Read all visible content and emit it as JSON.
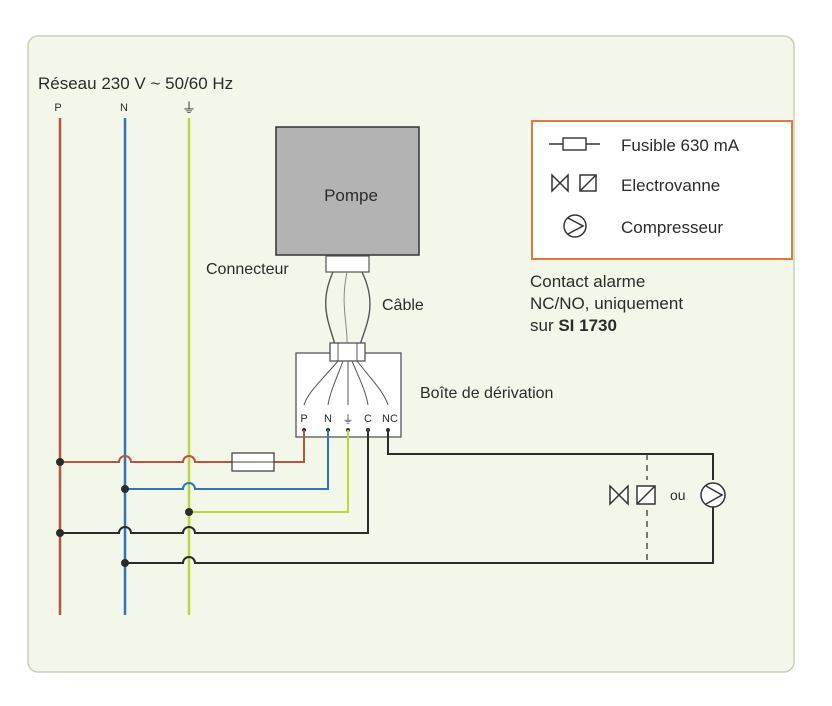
{
  "network": {
    "title": "Réseau 230 V ~ 50/60 Hz",
    "lines": [
      {
        "key": "P",
        "label": "P",
        "color": "#b5563e"
      },
      {
        "key": "N",
        "label": "N",
        "color": "#2f73c4"
      },
      {
        "key": "E",
        "label": "⏚",
        "color": "#b8d83a"
      }
    ]
  },
  "pump": {
    "label": "Pompe",
    "connector_label": "Connecteur",
    "cable_label": "Câble"
  },
  "junction_box": {
    "label": "Boîte de dérivation",
    "terminals": [
      "P",
      "N",
      "⏚",
      "C",
      "NC"
    ]
  },
  "legend": {
    "border_color": "#e07a3c",
    "items": [
      {
        "icon": "fuse-icon",
        "label": "Fusible 630 mA"
      },
      {
        "icon": "solenoid-valve-icon",
        "label": "Electrovanne"
      },
      {
        "icon": "compressor-icon",
        "label": "Compresseur"
      }
    ]
  },
  "alarm_note": {
    "line1": "Contact alarme",
    "line2": "NC/NO, uniquement",
    "line3_prefix": "sur ",
    "line3_model": "SI 1730"
  },
  "load": {
    "or_label": "ou"
  },
  "colors": {
    "panel_bg": "#f3f7ea",
    "panel_border": "#c9cfb6",
    "pump_fill": "#b3b3b3",
    "wire_dark": "#2b2b2b"
  }
}
